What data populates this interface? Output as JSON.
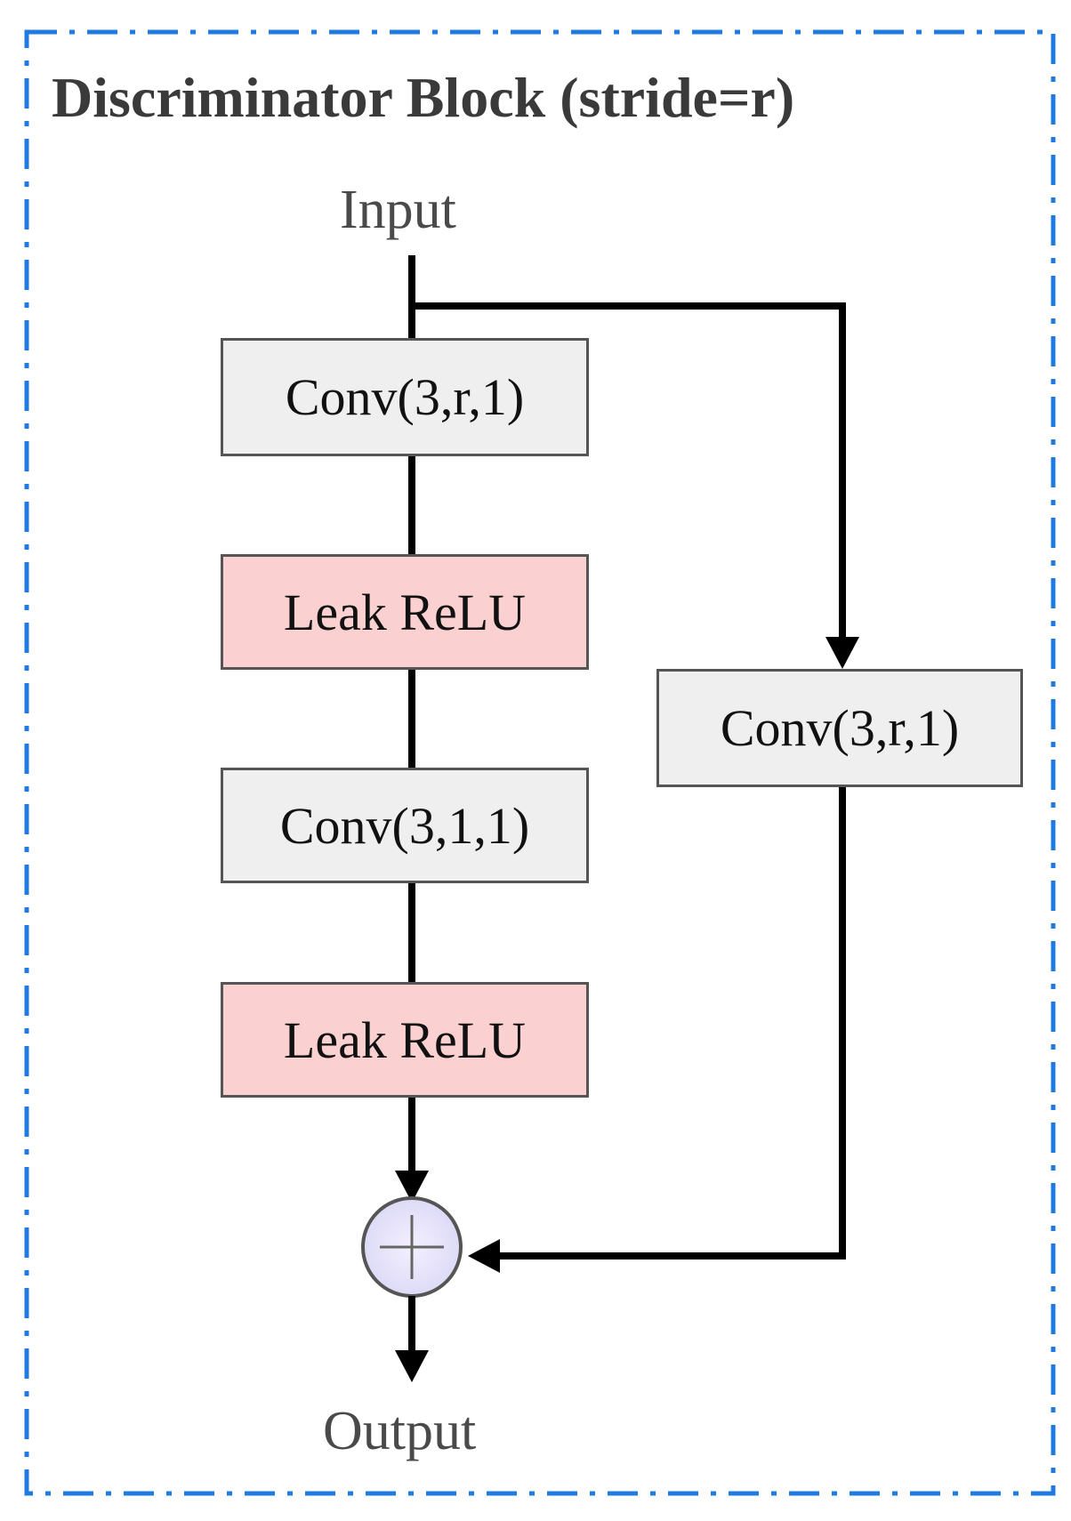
{
  "title": "Discriminator Block (stride=r)",
  "input_label": "Input",
  "output_label": "Output",
  "blocks": {
    "conv1": "Conv(3,r,1)",
    "relu1": "Leak ReLU",
    "conv2": "Conv(3,1,1)",
    "relu2": "Leak ReLU",
    "conv_skip": "Conv(3,r,1)"
  },
  "colors": {
    "frame": "#1f7be0",
    "conv_fill": "#efefef",
    "relu_fill": "#fbd0d0",
    "line": "#000000",
    "adder_fill": "#e6e3f8"
  },
  "icons": {
    "adder": "circled-plus-icon"
  }
}
